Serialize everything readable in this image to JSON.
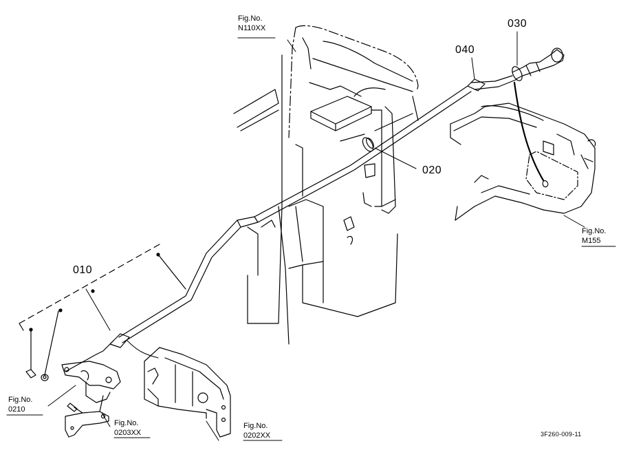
{
  "callouts": {
    "c010": "010",
    "c020": "020",
    "c030": "030",
    "c040": "040"
  },
  "fig_refs": {
    "top": {
      "title": "Fig.No.",
      "code": "N110XX"
    },
    "right": {
      "title": "Fig.No.",
      "code": "M155"
    },
    "left": {
      "title": "Fig.No.",
      "code": "0210"
    },
    "mid": {
      "title": "Fig.No.",
      "code": "0203XX"
    },
    "bottom": {
      "title": "Fig.No.",
      "code": "0202XX"
    }
  },
  "footer_code": "3F260-009-11",
  "colors": {
    "ink": "#000000",
    "paper": "#ffffff"
  }
}
